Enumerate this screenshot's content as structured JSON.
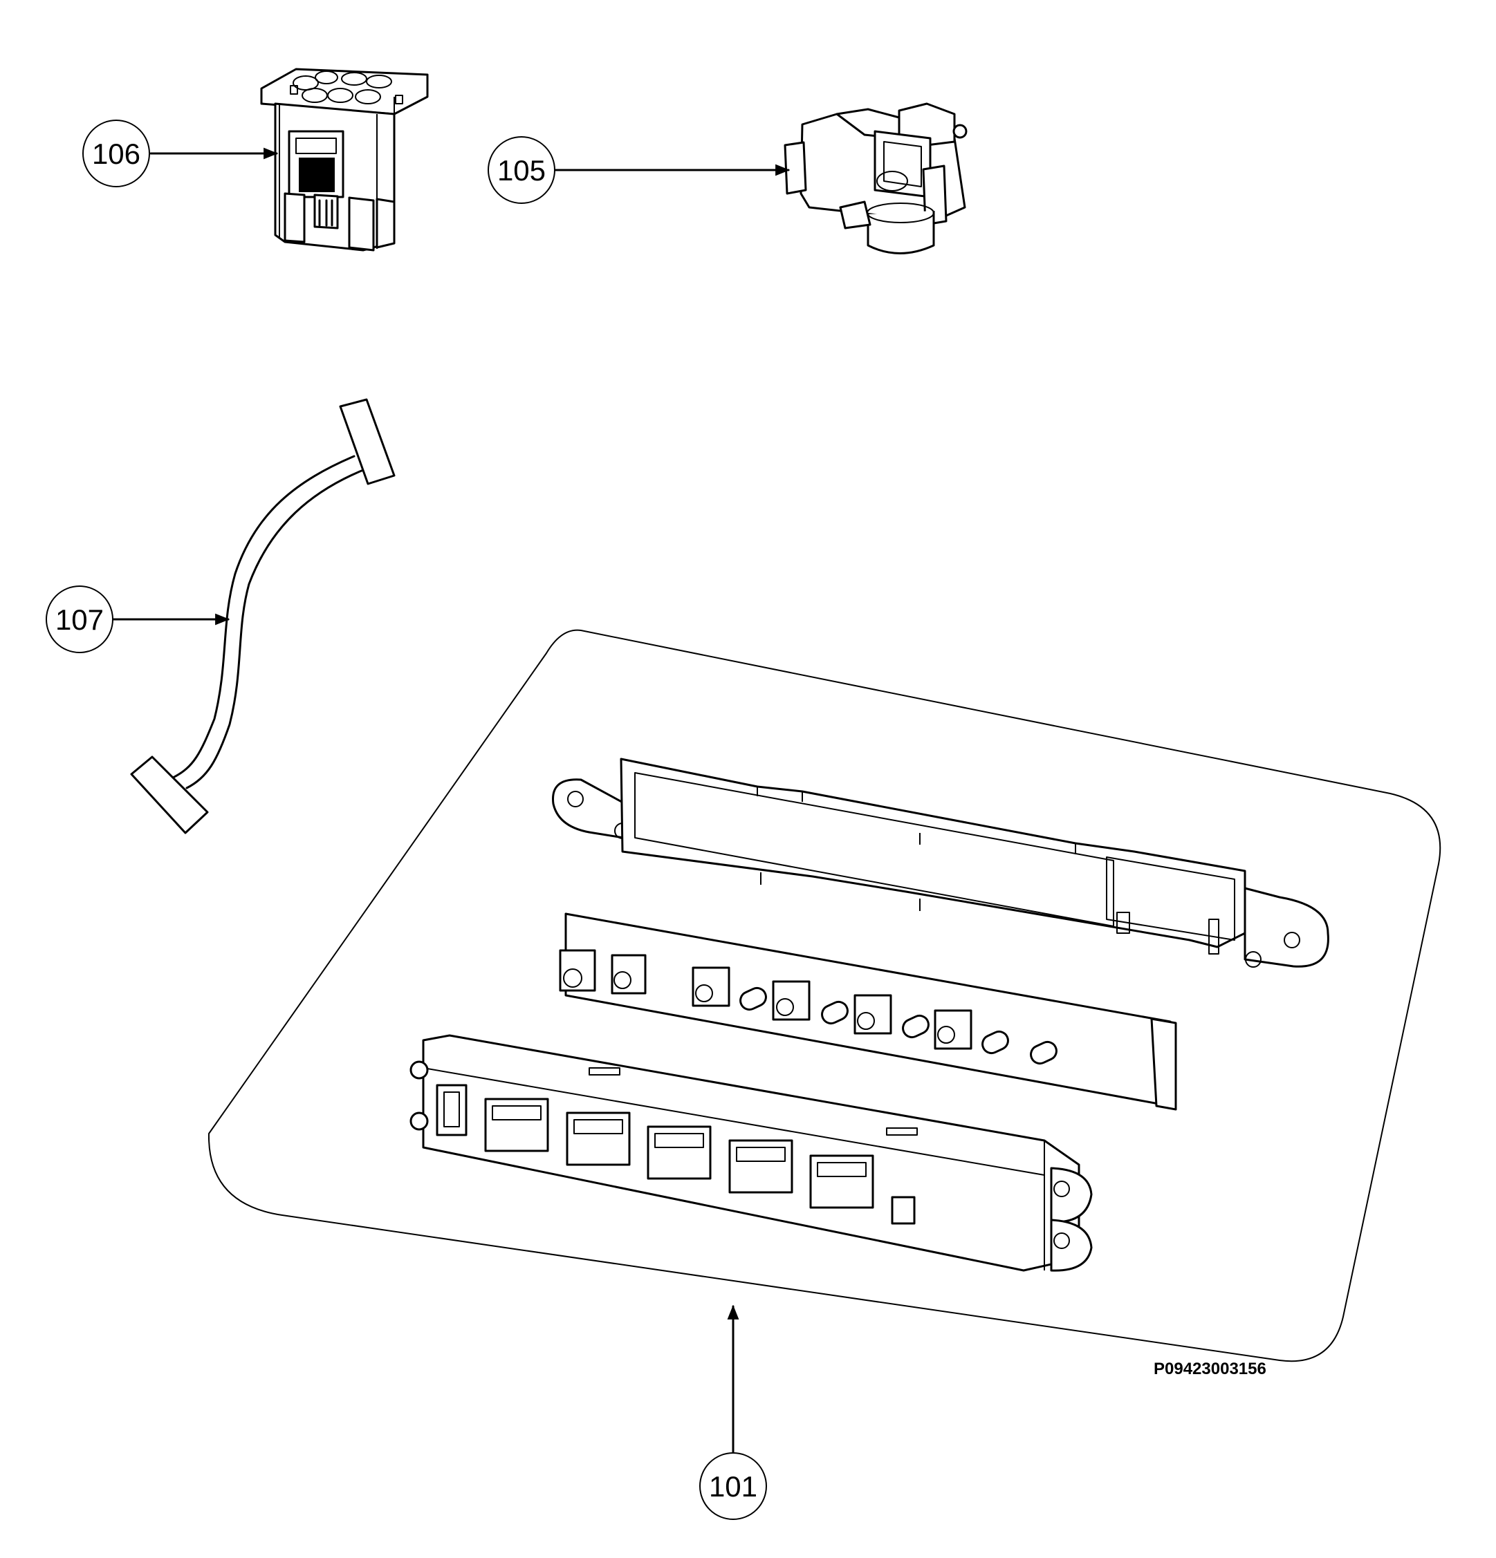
{
  "callouts": [
    {
      "id": "106",
      "label": "106"
    },
    {
      "id": "105",
      "label": "105"
    },
    {
      "id": "107",
      "label": "107"
    },
    {
      "id": "101",
      "label": "101"
    }
  ],
  "drawing_code": "P09423003156",
  "colors": {
    "line": "#000000",
    "background": "#ffffff"
  }
}
